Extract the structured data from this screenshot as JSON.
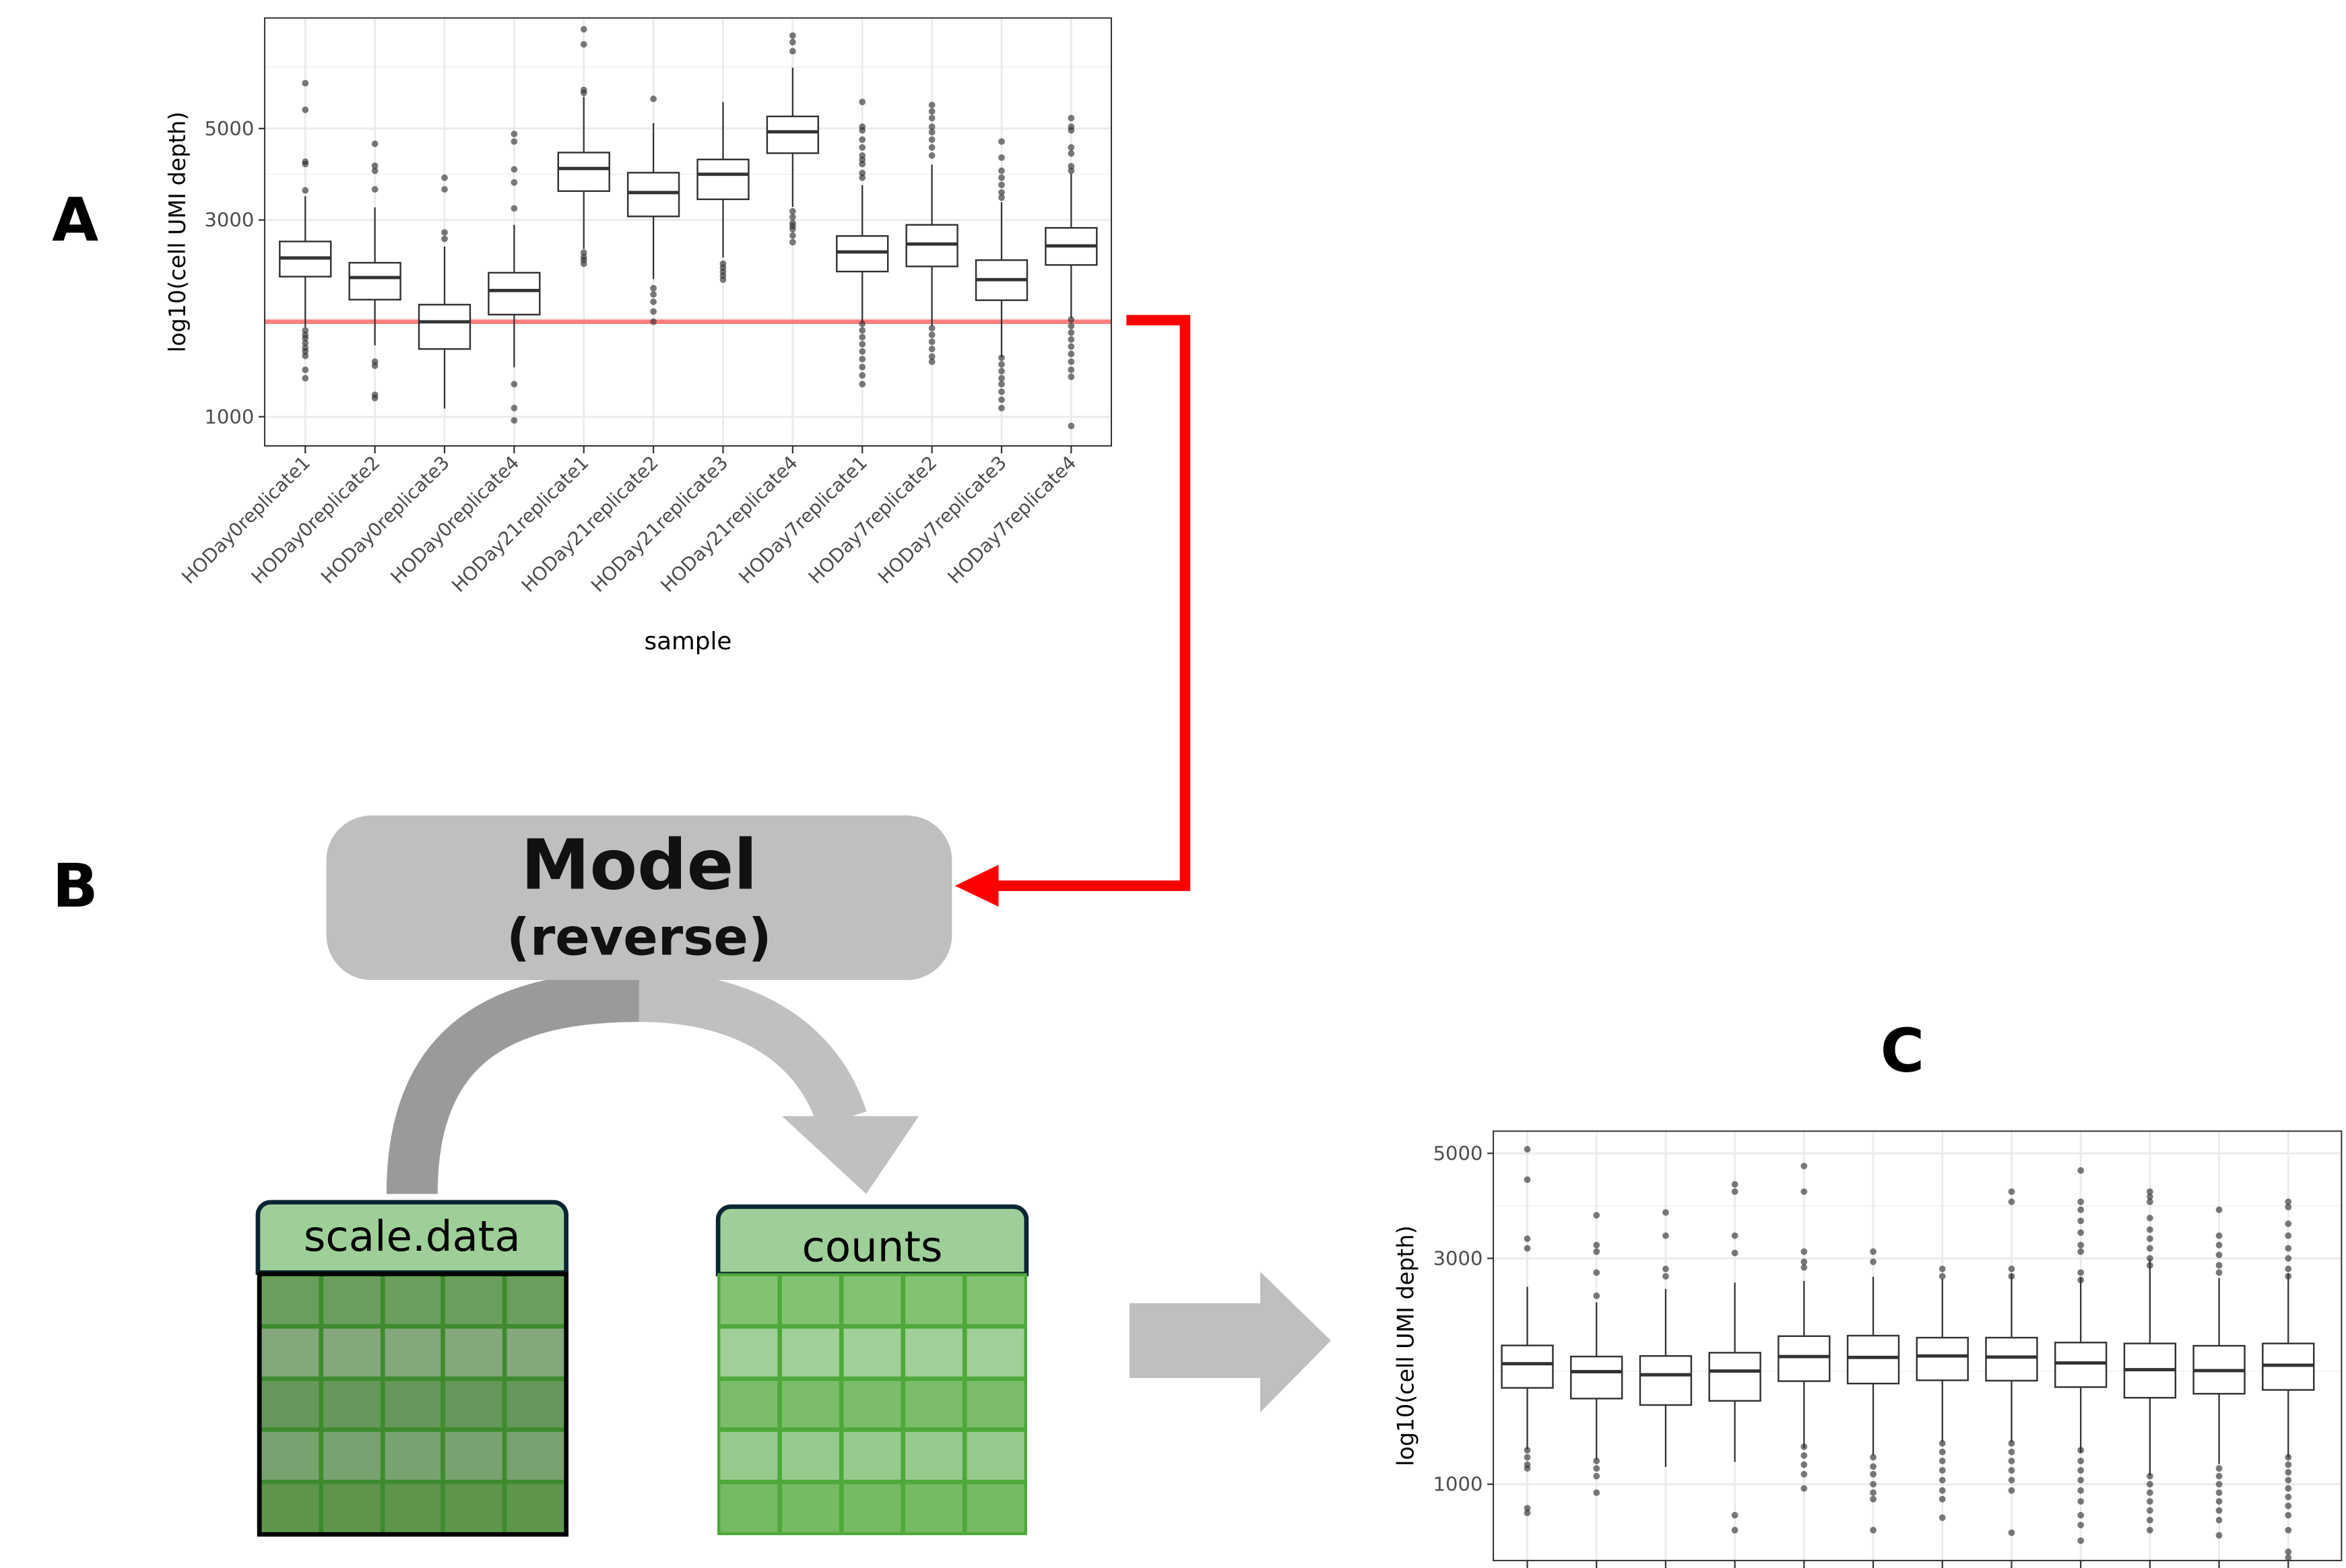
{
  "labels": {
    "panel_a": "A",
    "panel_b": "B",
    "panel_c": "C"
  },
  "model": {
    "title": "Model",
    "subtitle": "(reverse)"
  },
  "tables": {
    "scale_data": {
      "label": "scale.data",
      "row_colors": [
        "#6a9e5c",
        "#84a87c",
        "#65985a",
        "#78a270",
        "#5e964e"
      ],
      "line_color": "#3f8a2e"
    },
    "counts": {
      "label": "counts",
      "row_colors": [
        "#84c273",
        "#a0d097",
        "#7cbd6b",
        "#97cb8d",
        "#76ba63"
      ],
      "line_color": "#4fa83a"
    }
  },
  "colors": {
    "arrow_red": "#ff0000",
    "threshold": "#ff7f7f",
    "gray_arrow": "#bfbfbf",
    "dark_gray_arrow": "#9a9a9a",
    "header_green": "#9fcf98"
  },
  "chart_data": [
    {
      "id": "A",
      "type": "box",
      "title": "",
      "xlabel": "sample",
      "ylabel": "log10(cell UMI depth)",
      "yscale": "log10",
      "ylim": [
        850,
        9270
      ],
      "yticks": [
        1000,
        3000,
        5000
      ],
      "ytick_labels": [
        "1000",
        "3000",
        "5000"
      ],
      "minor_grid": [
        1732,
        3873,
        7060
      ],
      "threshold_line": 1700,
      "categories": [
        "HODay0replicate1",
        "HODay0replicate2",
        "HODay0replicate3",
        "HODay0replicate4",
        "HODay21replicate1",
        "HODay21replicate2",
        "HODay21replicate3",
        "HODay21replicate4",
        "HODay7replicate1",
        "HODay7replicate2",
        "HODay7replicate3",
        "HODay7replicate4"
      ],
      "boxes": [
        {
          "low": 1650,
          "q1": 2187,
          "median": 2427,
          "q3": 2661,
          "high": 3427,
          "outliers": [
            6440,
            5550,
            4155,
            4100,
            3540,
            1620,
            1580,
            1550,
            1510,
            1470,
            1440,
            1405,
            1300,
            1240
          ]
        },
        {
          "low": 1490,
          "q1": 1923,
          "median": 2176,
          "q3": 2363,
          "high": 3219,
          "outliers": [
            4590,
            4060,
            3950,
            3560,
            1360,
            1330,
            1130,
            1110
          ]
        },
        {
          "low": 1047,
          "q1": 1460,
          "median": 1699,
          "q3": 1870,
          "high": 2587,
          "outliers": [
            3800,
            3560,
            2800,
            2700
          ]
        },
        {
          "low": 1318,
          "q1": 1769,
          "median": 2024,
          "q3": 2235,
          "high": 2920,
          "outliers": [
            4850,
            4650,
            3980,
            3700,
            3200,
            1200,
            1050,
            980
          ]
        },
        {
          "low": 2552,
          "q1": 3525,
          "median": 4000,
          "q3": 4372,
          "high": 5970,
          "outliers": [
            8700,
            8000,
            6200,
            6100,
            2500,
            2440,
            2400,
            2350
          ]
        },
        {
          "low": 2157,
          "q1": 3061,
          "median": 3497,
          "q3": 3907,
          "high": 5155,
          "outliers": [
            5900,
            2050,
            1980,
            1900,
            1800,
            1700
          ]
        },
        {
          "low": 2434,
          "q1": 3368,
          "median": 3873,
          "q3": 4206,
          "high": 5793,
          "outliers": [
            2350,
            2300,
            2250,
            2200,
            2150
          ]
        },
        {
          "low": 3229,
          "q1": 4357,
          "median": 4909,
          "q3": 5350,
          "high": 7025,
          "outliers": [
            8400,
            8100,
            7700,
            3150,
            3050,
            2950,
            2900,
            2850,
            2750,
            2650
          ]
        },
        {
          "low": 1690,
          "q1": 2250,
          "median": 2510,
          "q3": 2744,
          "high": 3646,
          "outliers": [
            5800,
            5050,
            4950,
            4700,
            4500,
            4300,
            4200,
            4100,
            3900,
            3800,
            1680,
            1620,
            1560,
            1500,
            1440,
            1380,
            1320,
            1260,
            1200
          ]
        },
        {
          "low": 1662,
          "q1": 2315,
          "median": 2623,
          "q3": 2920,
          "high": 4087,
          "outliers": [
            5700,
            5500,
            5300,
            5050,
            4900,
            4700,
            4500,
            4300,
            1640,
            1580,
            1520,
            1460,
            1400,
            1360
          ]
        },
        {
          "low": 1393,
          "q1": 1917,
          "median": 2150,
          "q3": 2398,
          "high": 3313,
          "outliers": [
            4650,
            4250,
            3950,
            3800,
            3650,
            3500,
            3400,
            1390,
            1340,
            1290,
            1240,
            1200,
            1150,
            1100,
            1050
          ]
        },
        {
          "low": 1733,
          "q1": 2334,
          "median": 2596,
          "q3": 2871,
          "high": 3888,
          "outliers": [
            5300,
            5050,
            4950,
            4500,
            4350,
            4050,
            3950,
            1720,
            1660,
            1600,
            1540,
            1480,
            1420,
            1360,
            1300,
            1250,
            950
          ]
        }
      ]
    },
    {
      "id": "C",
      "type": "box",
      "title": "",
      "xlabel": "",
      "ylabel": "log10(cell UMI depth)",
      "yscale": "log10",
      "ylim": [
        690,
        5570
      ],
      "yticks": [
        1000,
        3000,
        5000
      ],
      "ytick_labels": [
        "1000",
        "3000",
        "5000"
      ],
      "minor_grid": [
        1732,
        3873
      ],
      "boxes": [
        {
          "low": 1185,
          "q1": 1598,
          "median": 1797,
          "q3": 1964,
          "high": 2612,
          "outliers": [
            5100,
            4400,
            3300,
            3150,
            1180,
            1140,
            1100,
            1080,
            890,
            870
          ]
        },
        {
          "low": 1127,
          "q1": 1517,
          "median": 1729,
          "q3": 1861,
          "high": 2423,
          "outliers": [
            3700,
            3200,
            3100,
            2800,
            2500,
            1120,
            1080,
            1040,
            960
          ]
        },
        {
          "low": 1088,
          "q1": 1470,
          "median": 1703,
          "q3": 1866,
          "high": 2587,
          "outliers": [
            3750,
            3350,
            2850,
            2750
          ]
        },
        {
          "low": 1115,
          "q1": 1500,
          "median": 1734,
          "q3": 1896,
          "high": 2667,
          "outliers": [
            4300,
            4150,
            3350,
            3080,
            860,
            800
          ]
        },
        {
          "low": 1193,
          "q1": 1651,
          "median": 1861,
          "q3": 2055,
          "high": 2687,
          "outliers": [
            4700,
            4150,
            3100,
            2950,
            2870,
            1200,
            1150,
            1100,
            1050,
            980
          ]
        },
        {
          "low": 1152,
          "q1": 1632,
          "median": 1853,
          "q3": 2060,
          "high": 2743,
          "outliers": [
            3100,
            2950,
            1140,
            1090,
            1050,
            1000,
            960,
            930,
            800
          ]
        },
        {
          "low": 1227,
          "q1": 1658,
          "median": 1866,
          "q3": 2040,
          "high": 2713,
          "outliers": [
            2850,
            2750,
            1220,
            1170,
            1120,
            1070,
            1020,
            970,
            930,
            850
          ]
        },
        {
          "low": 1227,
          "q1": 1655,
          "median": 1856,
          "q3": 2040,
          "high": 2783,
          "outliers": [
            4150,
            3950,
            2850,
            2750,
            1220,
            1170,
            1120,
            1070,
            1020,
            970,
            790
          ]
        },
        {
          "low": 1168,
          "q1": 1604,
          "median": 1804,
          "q3": 1992,
          "high": 2736,
          "outliers": [
            4600,
            3950,
            3800,
            3600,
            3400,
            3200,
            3100,
            2800,
            2700,
            1180,
            1120,
            1070,
            1020,
            970,
            920,
            860,
            820,
            760
          ]
        },
        {
          "low": 1043,
          "q1": 1523,
          "median": 1746,
          "q3": 1983,
          "high": 2986,
          "outliers": [
            4150,
            4050,
            3950,
            3650,
            3450,
            3300,
            3150,
            3000,
            2900,
            1040,
            1000,
            960,
            920,
            880,
            840,
            800
          ]
        },
        {
          "low": 1104,
          "q1": 1553,
          "median": 1738,
          "q3": 1961,
          "high": 2725,
          "outliers": [
            3800,
            3350,
            3200,
            3050,
            2900,
            2800,
            1080,
            1040,
            1000,
            960,
            920,
            880,
            840,
            780
          ]
        },
        {
          "low": 1135,
          "q1": 1582,
          "median": 1784,
          "q3": 1983,
          "high": 2790,
          "outliers": [
            3950,
            3850,
            3550,
            3350,
            3150,
            3000,
            2850,
            2750,
            1140,
            1100,
            1060,
            1020,
            980,
            940,
            900,
            860,
            800,
            720,
            700
          ]
        }
      ]
    }
  ]
}
